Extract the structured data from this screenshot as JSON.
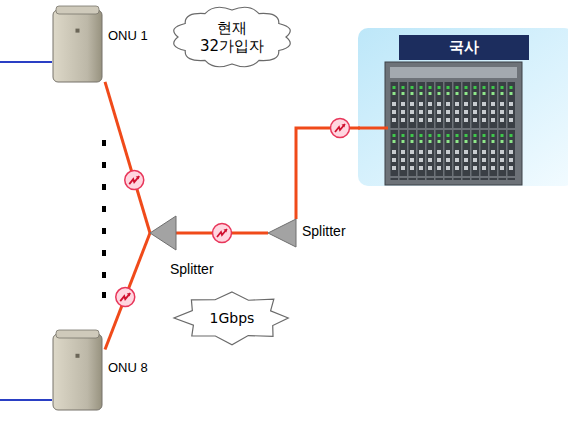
{
  "diagram": {
    "nodes": [
      {
        "text": [
          "현재 32가입자"
        ]
      },
      {
        "text": [
          "ONU 1"
        ]
      },
      {
        "text": [
          "국사"
        ]
      },
      {
        "text": [
          "Splitter"
        ]
      },
      {
        "text": [
          "Splitter"
        ]
      },
      {
        "text": [
          "1Gbps"
        ]
      },
      {
        "text": [
          "ONU 8"
        ]
      }
    ],
    "edges": [
      {
        "from": 1,
        "to": 3,
        "arrow": "none"
      },
      {
        "from": 6,
        "to": 3,
        "arrow": "none"
      },
      {
        "from": 3,
        "to": 4,
        "arrow": "none"
      },
      {
        "from": 4,
        "to": 2,
        "arrow": "none"
      }
    ]
  }
}
